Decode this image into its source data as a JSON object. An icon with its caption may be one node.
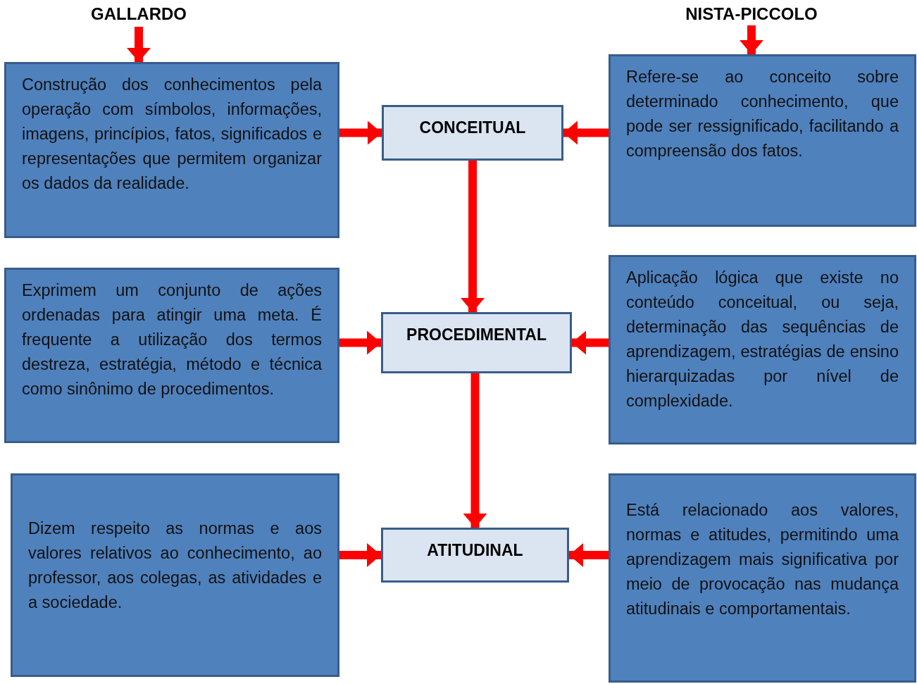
{
  "diagram": {
    "nodes": [
      {
        "text": [
          "GALLARDO"
        ]
      },
      {
        "text": [
          "NISTA-PICCOLO"
        ]
      },
      {
        "text": [
          "Construção dos conhecimentos pela operação com símbolos, informações, imagens, princípios, fatos, significados e representações que permitem organizar os dados da realidade."
        ]
      },
      {
        "text": [
          "CONCEITUAL"
        ]
      },
      {
        "text": [
          "Refere-se ao conceito sobre determinado conhecimento, que pode ser ressignificado, facilitando a compreensão dos fatos."
        ]
      },
      {
        "text": [
          "Exprimem um conjunto de ações ordenadas para atingir uma meta. É frequente a utilização dos termos destreza, estratégia, método e técnica como sinônimo de procedimentos."
        ]
      },
      {
        "text": [
          "PROCEDIMENTAL"
        ]
      },
      {
        "text": [
          "Aplicação lógica que existe no conteúdo conceitual, ou seja, determinação das sequências de aprendizagem, estratégias de ensino hierarquizadas por nível de complexidade."
        ]
      },
      {
        "text": [
          "Dizem respeito as normas e aos valores relativos ao conhecimento, ao professor, aos colegas, as atividades e a sociedade."
        ]
      },
      {
        "text": [
          "ATITUDINAL"
        ]
      },
      {
        "text": [
          "Está relacionado aos valores, normas e atitudes, permitindo uma aprendizagem mais significativa por meio de provocação nas mudança atitudinais e comportamentais."
        ]
      }
    ],
    "edges": [
      {
        "from": 0,
        "to": 2,
        "arrow": "to"
      },
      {
        "from": 1,
        "to": 4,
        "arrow": "to"
      },
      {
        "from": 2,
        "to": 3,
        "arrow": "to"
      },
      {
        "from": 4,
        "to": 3,
        "arrow": "to"
      },
      {
        "from": 3,
        "to": 6,
        "arrow": "to"
      },
      {
        "from": 5,
        "to": 6,
        "arrow": "to"
      },
      {
        "from": 7,
        "to": 6,
        "arrow": "to"
      },
      {
        "from": 6,
        "to": 9,
        "arrow": "to"
      },
      {
        "from": 8,
        "to": 9,
        "arrow": "to"
      },
      {
        "from": 10,
        "to": 9,
        "arrow": "to"
      }
    ]
  }
}
